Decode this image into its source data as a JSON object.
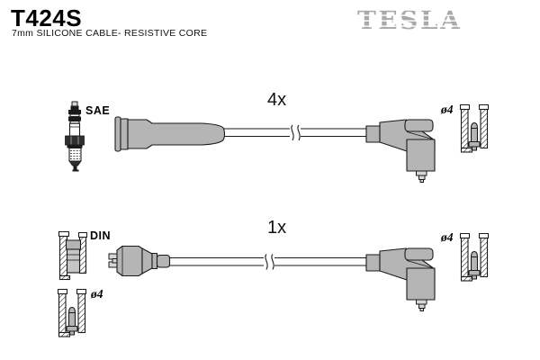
{
  "header": {
    "part_number": "T424S",
    "description": "7mm SILICONE CABLE- RESISTIVE CORE",
    "brand": "TESLA"
  },
  "diagram": {
    "top_row": {
      "quantity": "4x",
      "plug_terminal_label": "SAE",
      "coil_terminal_label": "ø4"
    },
    "bottom_row": {
      "quantity": "1x",
      "terminal_label_din": "DIN",
      "terminal_label_o4": "ø4",
      "coil_terminal_label": "ø4"
    },
    "icons": [
      "spark-plug-icon",
      "straight-boot-icon",
      "cable-break-icon",
      "elbow-boot-icon",
      "terminal-cross-section-icon",
      "din-terminal-cross-section-icon",
      "distributor-plug-icon"
    ]
  },
  "colors": {
    "background": "#ffffff",
    "connector_gray": "#b5b5b5",
    "outline_black": "#1a1a1a",
    "logo_gray": "#a9a9a9"
  }
}
